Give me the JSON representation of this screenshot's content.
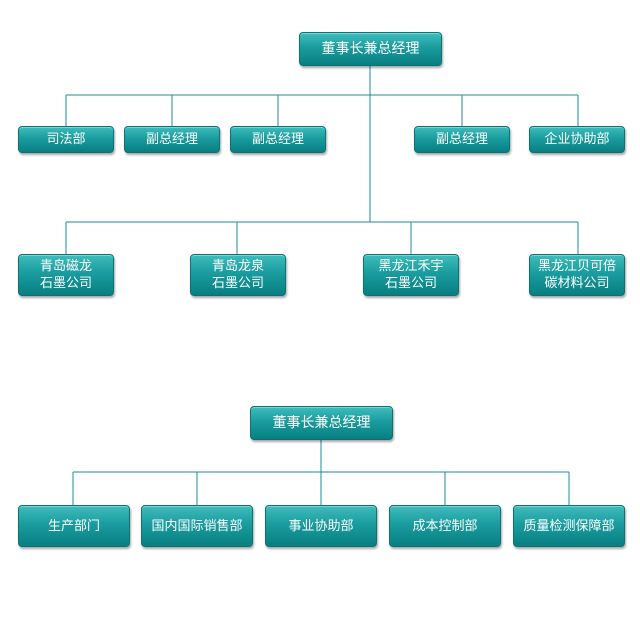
{
  "org1": {
    "root": "董事长兼总经理",
    "row1": [
      "司法部",
      "副总经理",
      "副总经理",
      "副总经理",
      "企业协助部"
    ],
    "row2": [
      "青岛磁龙\n石墨公司",
      "青岛龙泉\n石墨公司",
      "黑龙江禾宇\n石墨公司",
      "黑龙江贝可倍\n碳材料公司"
    ]
  },
  "org2": {
    "root": "董事长兼总经理",
    "children": [
      "生产部门",
      "国内国际销售部",
      "事业协助部",
      "成本控制部",
      "质量检测保障部"
    ]
  },
  "colors": {
    "box_top": "#3fbcbc",
    "box_bottom": "#087f82",
    "line": "#1f8f91"
  }
}
